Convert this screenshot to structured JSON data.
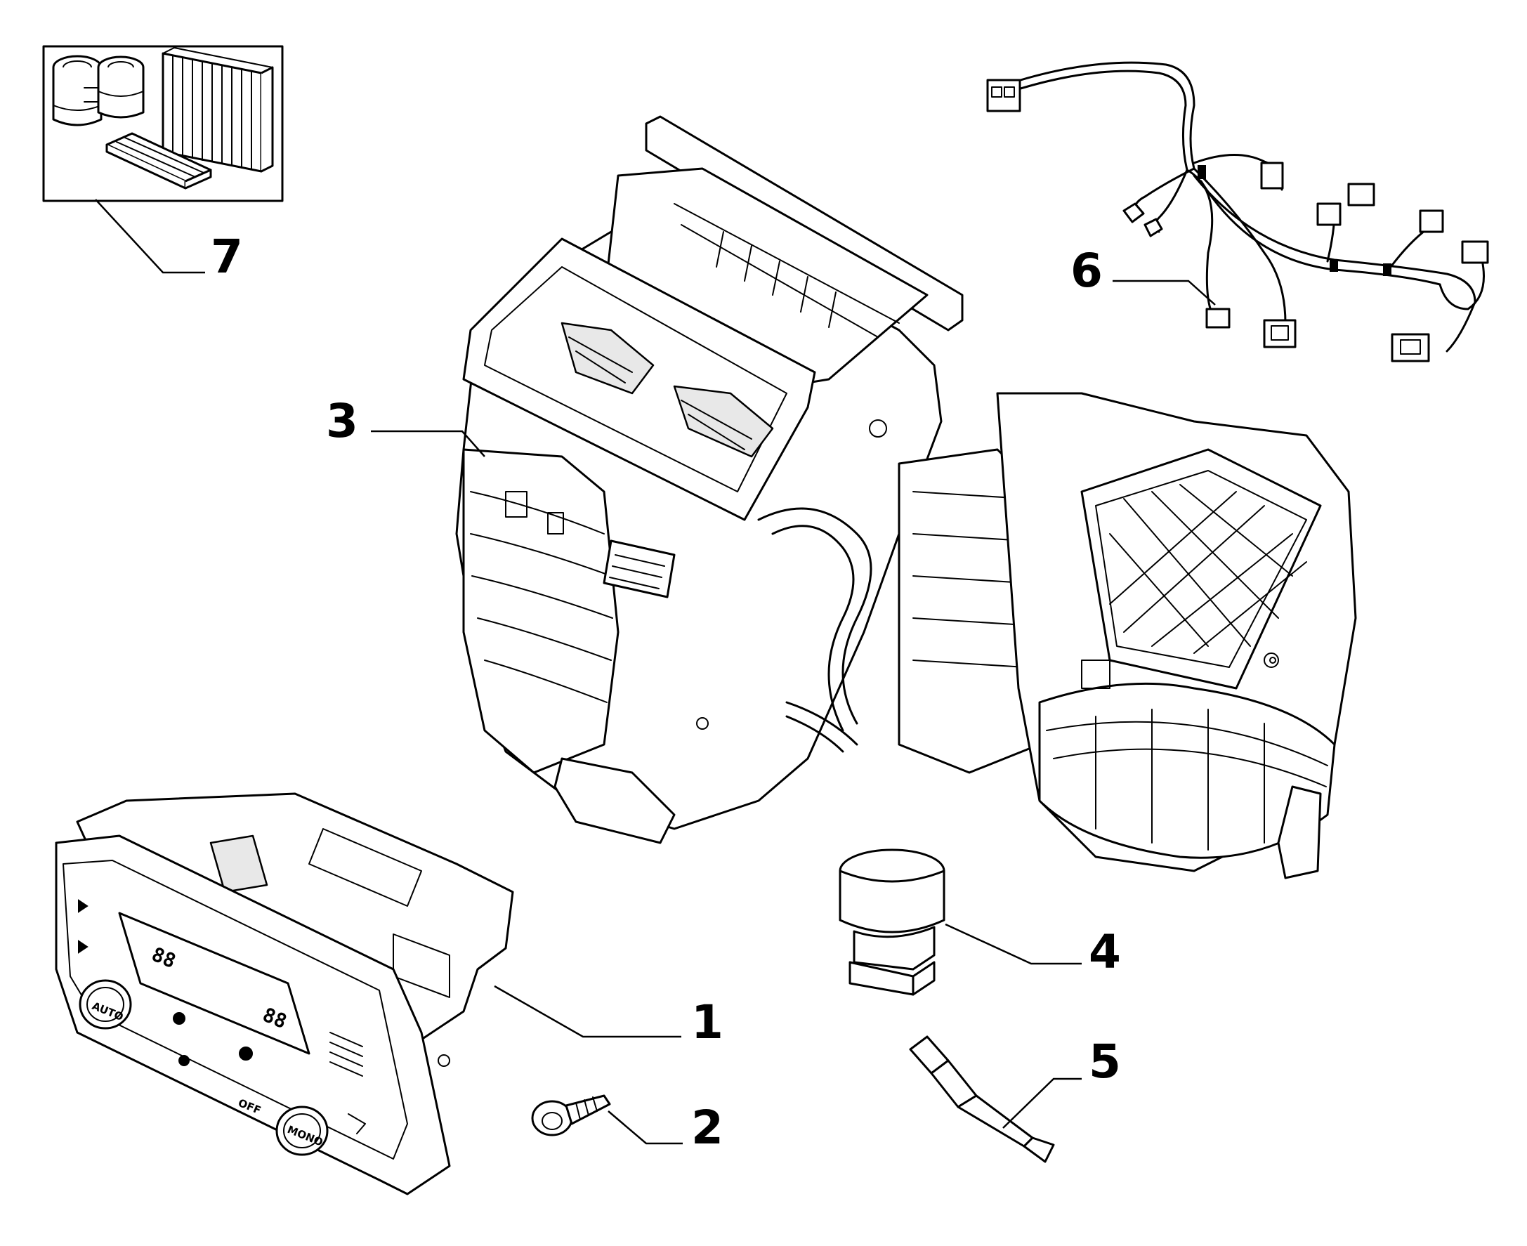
{
  "callouts": [
    {
      "id": "control-panel",
      "number": "1"
    },
    {
      "id": "screw",
      "number": "2"
    },
    {
      "id": "hvac-unit",
      "number": "3"
    },
    {
      "id": "sensor",
      "number": "4"
    },
    {
      "id": "temp-probe",
      "number": "5"
    },
    {
      "id": "wiring-harness",
      "number": "6"
    },
    {
      "id": "filter-kit",
      "number": "7"
    }
  ],
  "panel_labels": {
    "auto": "AUTO",
    "mono": "MONO",
    "off": "OFF",
    "digits_left": "88",
    "digits_right": "88"
  },
  "colors": {
    "ink": "#000000",
    "paper": "#ffffff",
    "shade": "#e8e8e8"
  }
}
